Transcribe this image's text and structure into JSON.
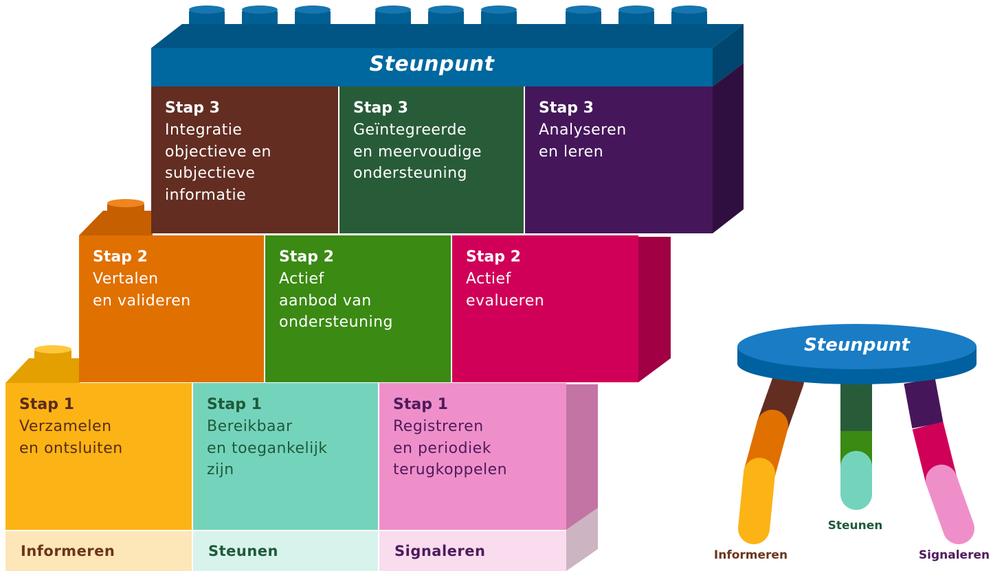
{
  "top_block": {
    "title": "Steunpunt",
    "color": "#00679f"
  },
  "steps": {
    "stap3": [
      {
        "step": "Stap 3",
        "desc": [
          "Integratie",
          "objectieve en",
          "subjectieve",
          "informatie"
        ],
        "color": "#632d22"
      },
      {
        "step": "Stap 3",
        "desc": [
          "Geïntegreerde",
          "en meervoudige",
          "ondersteuning"
        ],
        "color": "#285c39"
      },
      {
        "step": "Stap 3",
        "desc": [
          "Analyseren",
          "en leren"
        ],
        "color": "#45175a"
      }
    ],
    "stap2": [
      {
        "step": "Stap 2",
        "desc": [
          "Vertalen",
          "en valideren"
        ],
        "color": "#e07000"
      },
      {
        "step": "Stap 2",
        "desc": [
          "Actief",
          "aanbod van",
          "ondersteuning"
        ],
        "color": "#3a8a13"
      },
      {
        "step": "Stap 2",
        "desc": [
          "Actief",
          "evalueren"
        ],
        "color": "#d00059"
      }
    ],
    "stap1": [
      {
        "step": "Stap 1",
        "desc": [
          "Verzamelen",
          "en ontsluiten"
        ],
        "color": "#fcb315"
      },
      {
        "step": "Stap 1",
        "desc": [
          "Bereikbaar",
          "en toegankelijk",
          "zijn"
        ],
        "color": "#74d4bb"
      },
      {
        "step": "Stap 1",
        "desc": [
          "Registreren",
          "en periodiek",
          "terugkoppelen"
        ],
        "color": "#ef8fc9"
      }
    ]
  },
  "pillars": [
    {
      "label": "Informeren",
      "text_color": "#6b3519",
      "bg": "#fde6b8"
    },
    {
      "label": "Steunen",
      "text_color": "#1f5a3b",
      "bg": "#d8f3ec"
    },
    {
      "label": "Signaleren",
      "text_color": "#4e1b5e",
      "bg": "#f9dced"
    }
  ],
  "stool": {
    "title": "Steunpunt",
    "legs": [
      {
        "label": "Informeren",
        "label_color": "#6b3519"
      },
      {
        "label": "Steunen",
        "label_color": "#1f5a3b"
      },
      {
        "label": "Signaleren",
        "label_color": "#4e1b5e"
      }
    ]
  }
}
